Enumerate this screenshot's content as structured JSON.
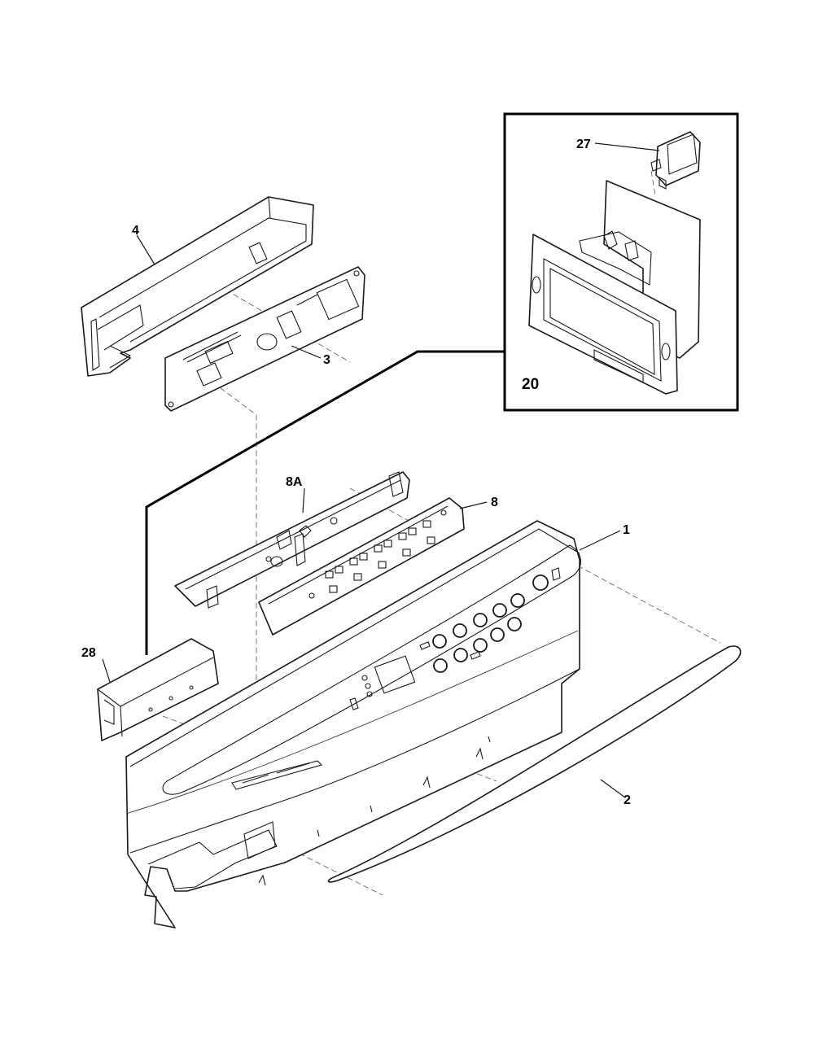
{
  "callouts": {
    "c1": "1",
    "c2": "2",
    "c3": "3",
    "c4": "4",
    "c8": "8",
    "c8a": "8A",
    "c20": "20",
    "c27": "27",
    "c28": "28"
  }
}
